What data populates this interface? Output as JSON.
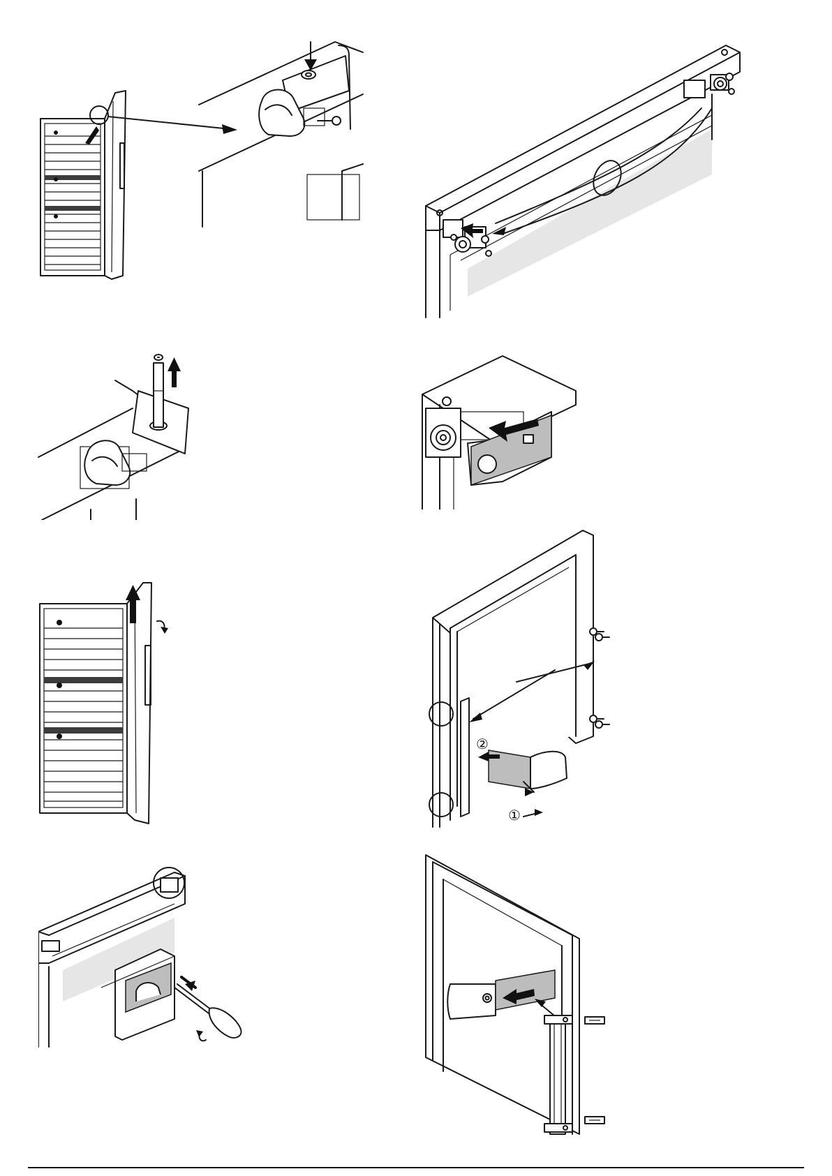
{
  "document": {
    "type": "installation-illustrations",
    "callouts": {
      "step_one": "①",
      "step_two": "②"
    },
    "colors": {
      "line": "#1a1a1a",
      "tint": "#e6e6e6",
      "part": "#bdbdbd"
    }
  }
}
